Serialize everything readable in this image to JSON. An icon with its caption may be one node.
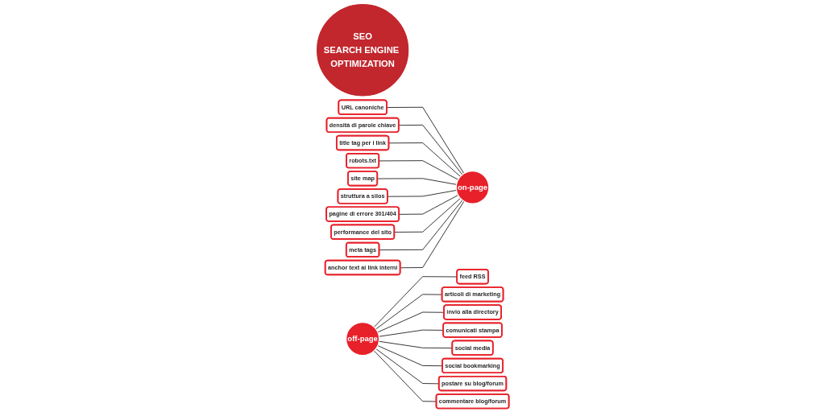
{
  "diagram": {
    "nodes": [
      {
        "text": [
          "SEO",
          "SEARCH ENGINE OPTIMIZATION"
        ]
      },
      {
        "text": [
          "on-page"
        ]
      },
      {
        "text": [
          "URL canoniche"
        ]
      },
      {
        "text": [
          "densità di parole chiave"
        ]
      },
      {
        "text": [
          "title tag per i link"
        ]
      },
      {
        "text": [
          "robots.txt"
        ]
      },
      {
        "text": [
          "site map"
        ]
      },
      {
        "text": [
          "struttura a silos"
        ]
      },
      {
        "text": [
          "pagine di errore 301/404"
        ]
      },
      {
        "text": [
          "performance del sito"
        ]
      },
      {
        "text": [
          "meta tags"
        ]
      },
      {
        "text": [
          "anchor text ai link interni"
        ]
      },
      {
        "text": [
          "off-page"
        ]
      },
      {
        "text": [
          "feed RSS"
        ]
      },
      {
        "text": [
          "articoli di marketing"
        ]
      },
      {
        "text": [
          "invio alla directory"
        ]
      },
      {
        "text": [
          "comunicati stampa"
        ]
      },
      {
        "text": [
          "social media"
        ]
      },
      {
        "text": [
          "social bookmarking"
        ]
      },
      {
        "text": [
          "postare su blog/forum"
        ]
      },
      {
        "text": [
          "commentare blog/forum"
        ]
      }
    ],
    "edges": [
      {
        "from": 2,
        "to": 1,
        "arrow": "none"
      },
      {
        "from": 3,
        "to": 1,
        "arrow": "none"
      },
      {
        "from": 4,
        "to": 1,
        "arrow": "none"
      },
      {
        "from": 5,
        "to": 1,
        "arrow": "none"
      },
      {
        "from": 6,
        "to": 1,
        "arrow": "none"
      },
      {
        "from": 7,
        "to": 1,
        "arrow": "none"
      },
      {
        "from": 8,
        "to": 1,
        "arrow": "none"
      },
      {
        "from": 9,
        "to": 1,
        "arrow": "none"
      },
      {
        "from": 10,
        "to": 1,
        "arrow": "none"
      },
      {
        "from": 11,
        "to": 1,
        "arrow": "none"
      },
      {
        "from": 12,
        "to": 13,
        "arrow": "none"
      },
      {
        "from": 12,
        "to": 14,
        "arrow": "none"
      },
      {
        "from": 12,
        "to": 15,
        "arrow": "none"
      },
      {
        "from": 12,
        "to": 16,
        "arrow": "none"
      },
      {
        "from": 12,
        "to": 17,
        "arrow": "none"
      },
      {
        "from": 12,
        "to": 18,
        "arrow": "none"
      },
      {
        "from": 12,
        "to": 19,
        "arrow": "none"
      },
      {
        "from": 12,
        "to": 20,
        "arrow": "none"
      }
    ]
  }
}
